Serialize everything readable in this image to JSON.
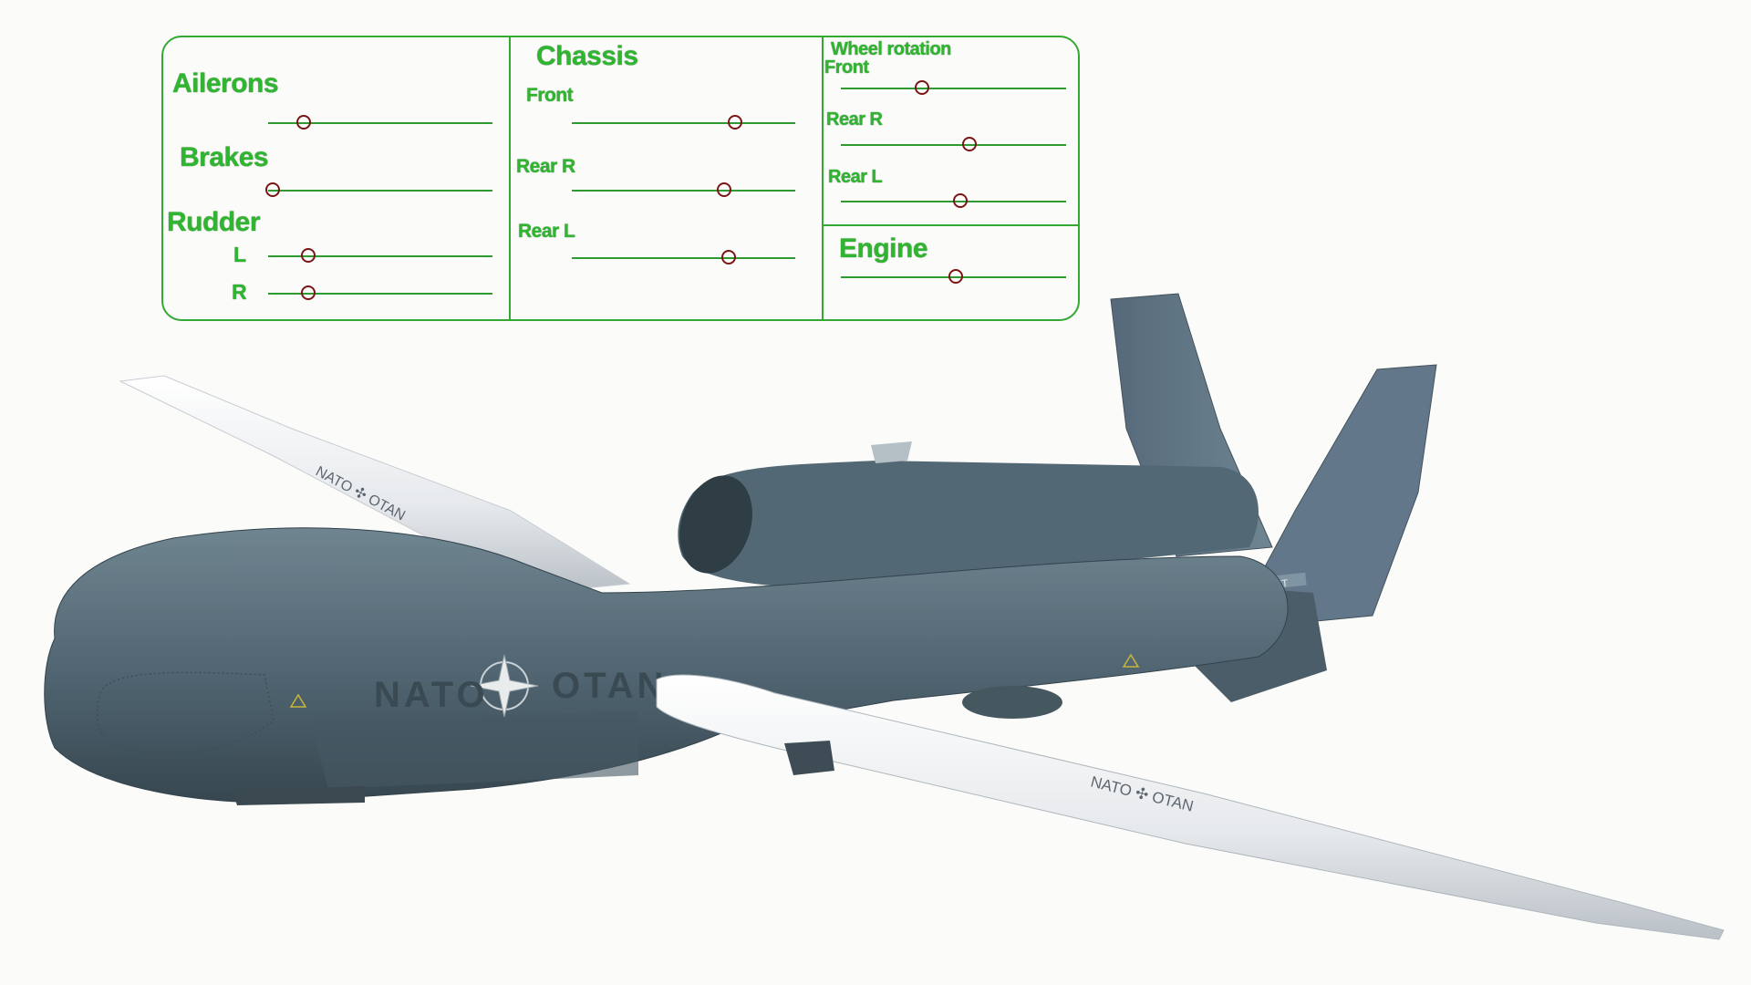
{
  "panel": {
    "ailerons": {
      "label": "Ailerons",
      "value": 0.16
    },
    "brakes": {
      "label": "Brakes",
      "value": 0.02
    },
    "rudder": {
      "label": "Rudder",
      "left": {
        "label": "L",
        "value": 0.18
      },
      "right": {
        "label": "R",
        "value": 0.18
      }
    },
    "chassis": {
      "label": "Chassis",
      "front": {
        "label": "Front",
        "value": 0.73
      },
      "rear_r": {
        "label": "Rear R",
        "value": 0.68
      },
      "rear_l": {
        "label": "Rear L",
        "value": 0.7
      }
    },
    "wheel_rotation": {
      "label": "Wheel rotation",
      "front": {
        "label": "Front",
        "value": 0.36
      },
      "rear_r": {
        "label": "Rear R",
        "value": 0.57
      },
      "rear_l": {
        "label": "Rear L",
        "value": 0.53
      }
    },
    "engine": {
      "label": "Engine",
      "value": 0.51
    }
  },
  "drone": {
    "markings": {
      "left": "NATO",
      "right": "OTAN",
      "wing": "NATO ✣ OTAN",
      "tail_code": "MT"
    },
    "colors": {
      "fuselage": "#4f6470",
      "wing": "#eef0f2",
      "panel_green": "#2fb52f",
      "knob": "#7a1515"
    }
  }
}
